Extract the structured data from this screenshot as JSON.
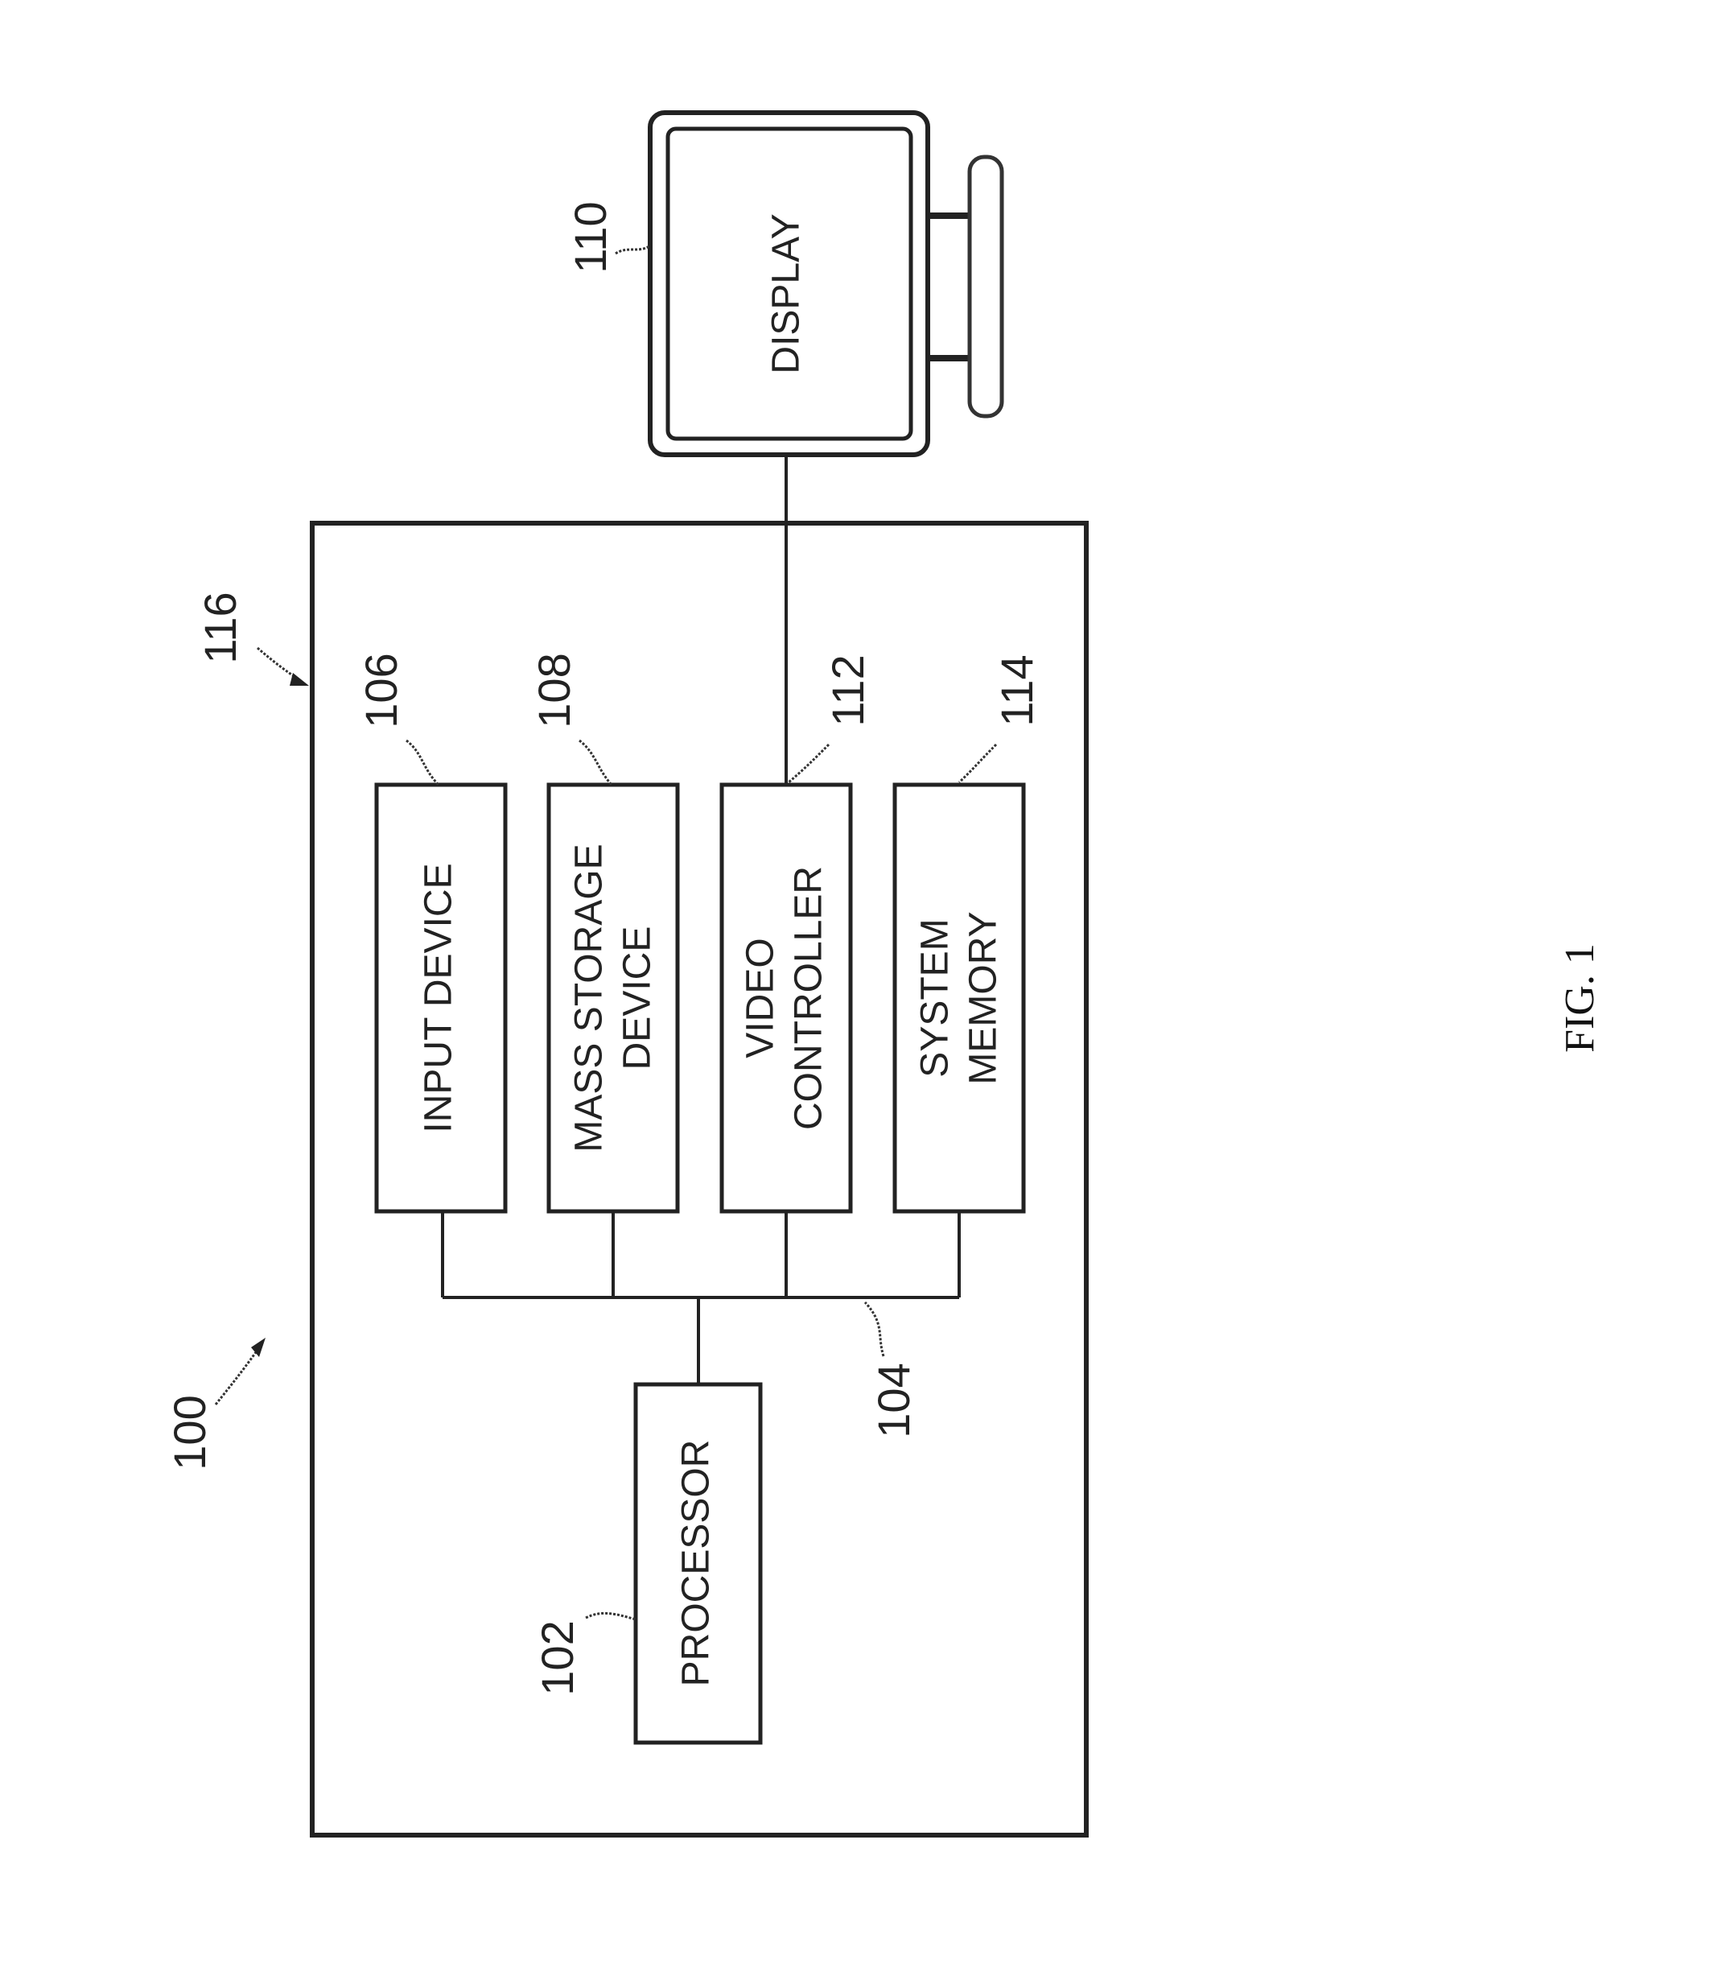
{
  "figure": {
    "caption": "FIG. 1"
  },
  "refs": {
    "system": "100",
    "processor": "102",
    "bus": "104",
    "input_device": "106",
    "mass_storage": "108",
    "display": "110",
    "video_controller": "112",
    "system_memory": "114",
    "enclosure": "116"
  },
  "blocks": {
    "processor": "PROCESSOR",
    "input_device": "INPUT DEVICE",
    "mass_storage_line1": "MASS STORAGE",
    "mass_storage_line2": "DEVICE",
    "video_controller_line1": "VIDEO",
    "video_controller_line2": "CONTROLLER",
    "system_memory_line1": "SYSTEM",
    "system_memory_line2": "MEMORY",
    "display": "DISPLAY"
  }
}
